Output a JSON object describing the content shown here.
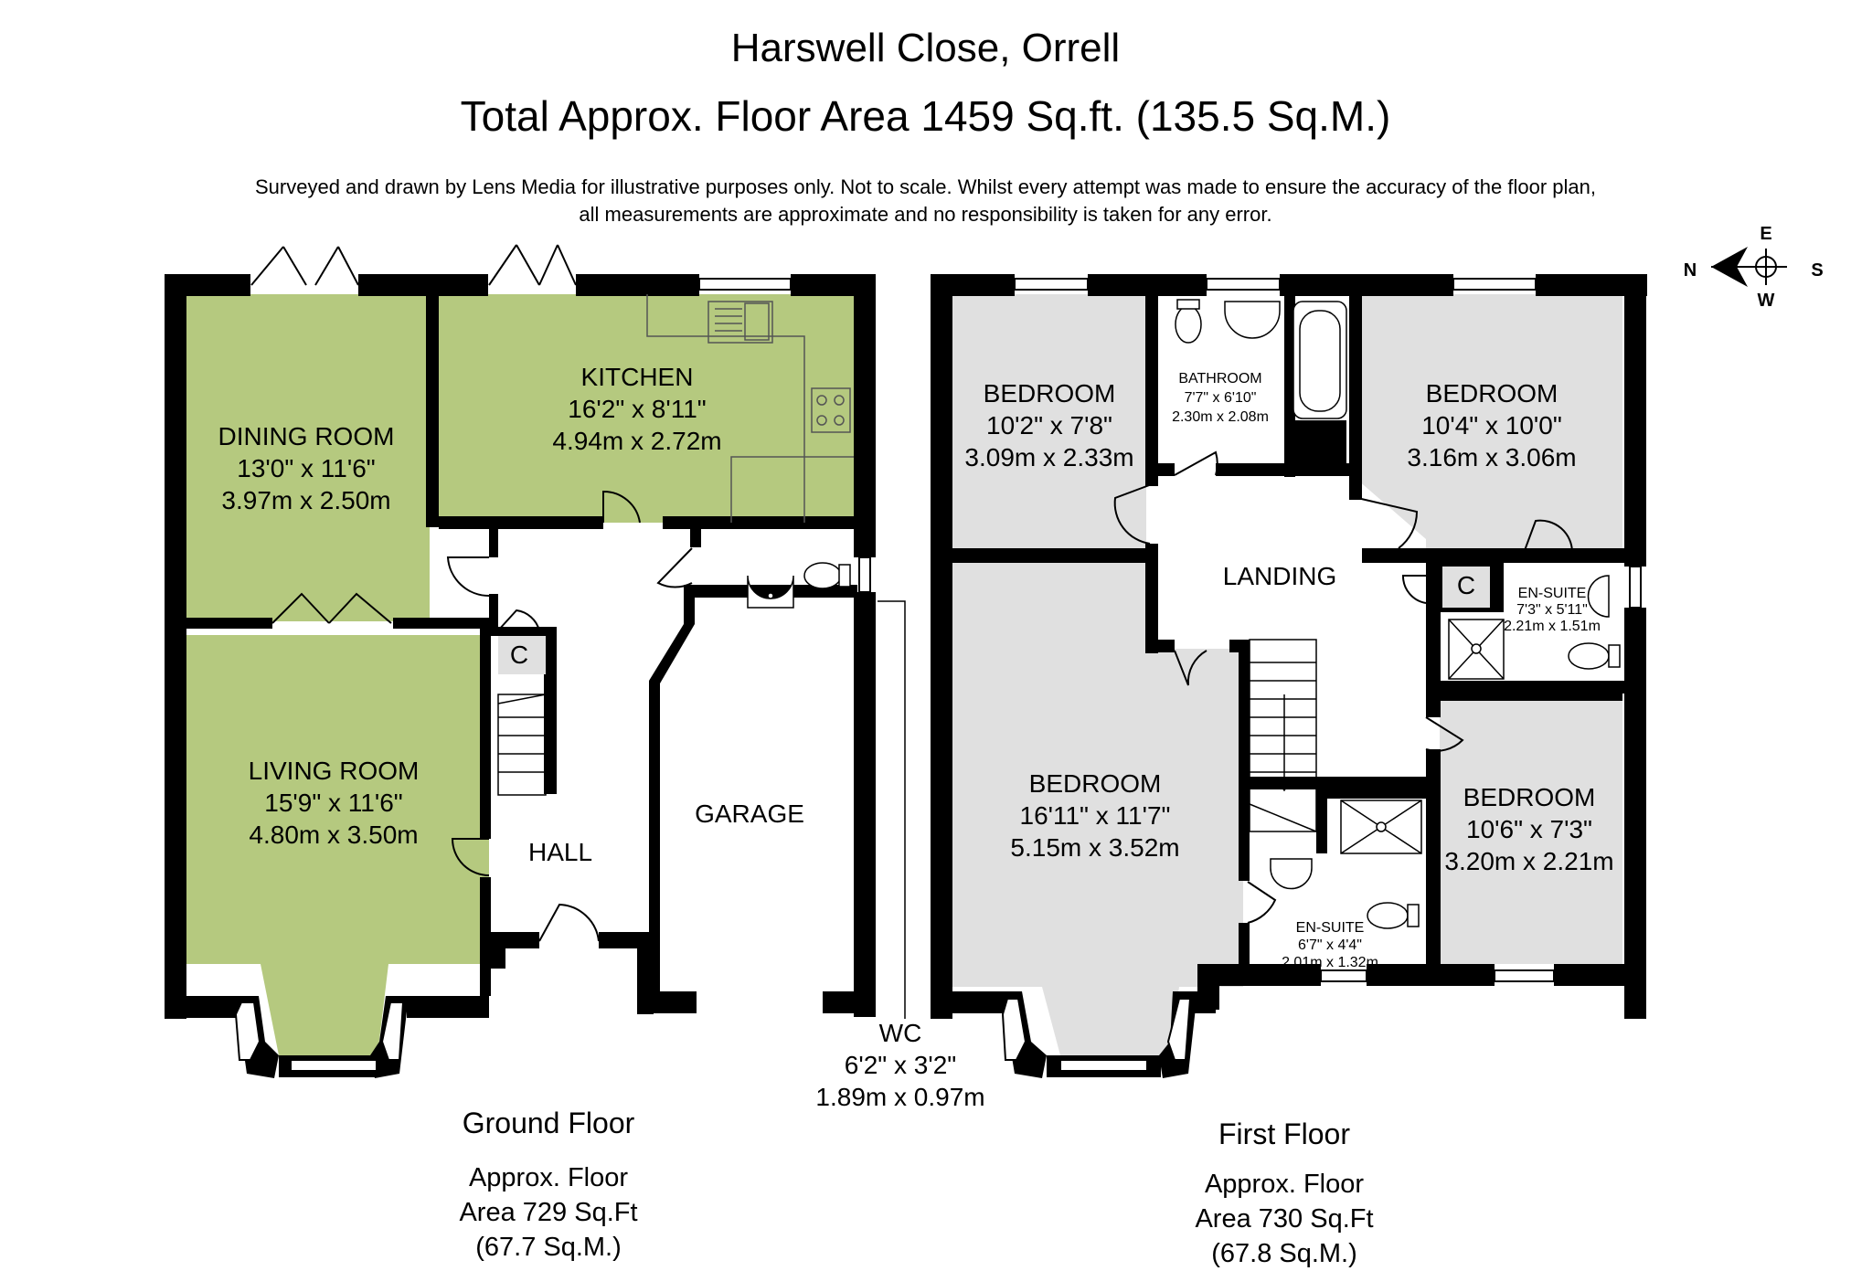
{
  "header": {
    "title": "Harswell Close, Orrell",
    "total_area": "Total Approx. Floor Area 1459 Sq.ft. (135.5 Sq.M.)",
    "disclaimer_line1": "Surveyed and drawn by Lens Media for illustrative purposes only. Not to scale. Whilst every attempt was made to ensure the accuracy of the floor plan,",
    "disclaimer_line2": "all measurements are approximate and no responsibility is taken for any error."
  },
  "compass": {
    "n": "N",
    "e": "E",
    "s": "S",
    "w": "W"
  },
  "colors": {
    "wall": "#000000",
    "ground_room": "#b5c97f",
    "first_room": "#e0e0e0",
    "window": "#ffffff"
  },
  "ground_floor": {
    "name": "Ground Floor",
    "area_line1": "Approx. Floor",
    "area_line2": "Area 729 Sq.Ft",
    "area_line3": "(67.7 Sq.M.)",
    "rooms": {
      "dining": {
        "name": "DINING ROOM",
        "imperial": "13'0\" x 11'6\"",
        "metric": "3.97m x 2.50m"
      },
      "kitchen": {
        "name": "KITCHEN",
        "imperial": "16'2\" x 8'11\"",
        "metric": "4.94m x 2.72m"
      },
      "living": {
        "name": "LIVING ROOM",
        "imperial": "15'9\" x 11'6\"",
        "metric": "4.80m x 3.50m"
      },
      "hall": {
        "name": "HALL"
      },
      "garage": {
        "name": "GARAGE"
      },
      "cupboard": {
        "name": "C"
      },
      "wc": {
        "name": "WC",
        "imperial": "6'2\" x 3'2\"",
        "metric": "1.89m x 0.97m"
      }
    }
  },
  "first_floor": {
    "name": "First Floor",
    "area_line1": "Approx. Floor",
    "area_line2": "Area 730 Sq.Ft",
    "area_line3": "(67.8 Sq.M.)",
    "rooms": {
      "bedroom_front": {
        "name": "BEDROOM",
        "imperial": "10'2\" x 7'8\"",
        "metric": "3.09m x 2.33m"
      },
      "bathroom": {
        "name": "BATHROOM",
        "imperial": "7'7\" x 6'10\"",
        "metric": "2.30m x 2.08m"
      },
      "bedroom_rear": {
        "name": "BEDROOM",
        "imperial": "10'4\" x 10'0\"",
        "metric": "3.16m x 3.06m"
      },
      "landing": {
        "name": "LANDING"
      },
      "cupboard": {
        "name": "C"
      },
      "ensuite_main": {
        "name": "EN-SUITE",
        "imperial": "7'3\" x 5'11\"",
        "metric": "2.21m x 1.51m"
      },
      "bedroom_master": {
        "name": "BEDROOM",
        "imperial": "16'11\" x 11'7\"",
        "metric": "5.15m x 3.52m"
      },
      "bedroom_small": {
        "name": "BEDROOM",
        "imperial": "10'6\" x 7'3\"",
        "metric": "3.20m x 2.21m"
      },
      "ensuite_small": {
        "name": "EN-SUITE",
        "imperial": "6'7\" x 4'4\"",
        "metric": "2.01m x 1.32m"
      }
    }
  }
}
